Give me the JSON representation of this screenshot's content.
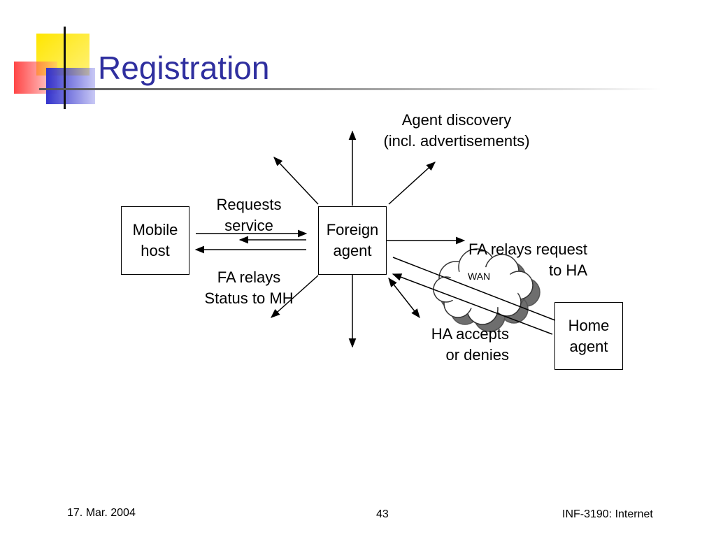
{
  "title": "Registration",
  "diagram": {
    "nodes": {
      "mobile_host": "Mobile\nhost",
      "foreign_agent": "Foreign\nagent",
      "home_agent": "Home\nagent",
      "wan": "WAN"
    },
    "labels": {
      "agent_discovery": "Agent discovery\n(incl. advertisements)",
      "requests_service": "Requests\nservice",
      "fa_relays_status": "FA relays\nStatus to MH",
      "fa_relays_request": "FA relays request\nto HA",
      "ha_accepts": "HA accepts\nor denies"
    }
  },
  "footer": {
    "date": "17. Mar. 2004",
    "page": "43",
    "course": "INF-3190: Internet"
  }
}
